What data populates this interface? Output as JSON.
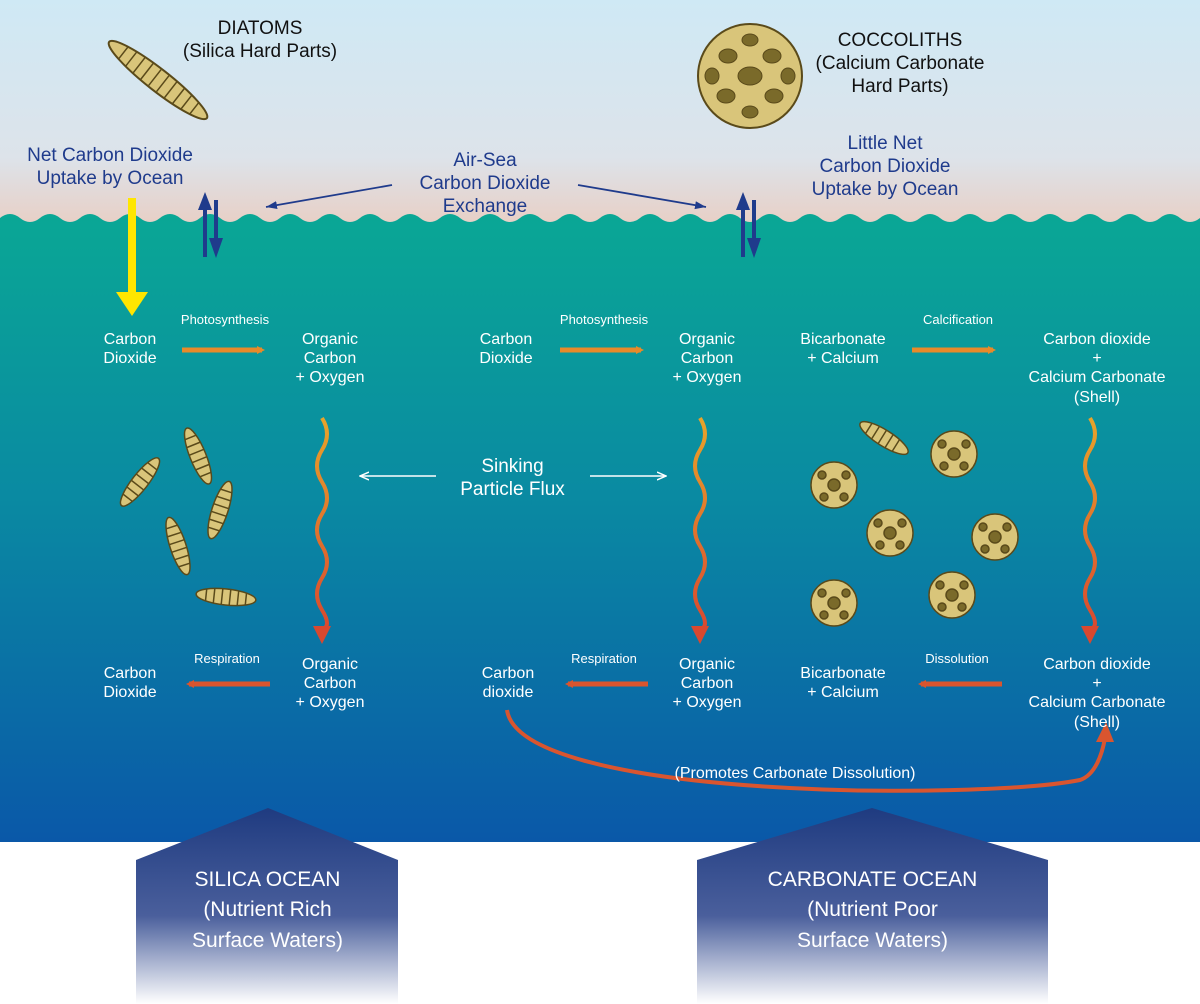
{
  "colors": {
    "sky_top": "#cfe9f5",
    "sky_bottom": "#e6cfc6",
    "water_top": "#0aa795",
    "water_bottom": "#0a5aa8",
    "label_blue": "#1f3b8c",
    "arrow_orange": "#e88a2a",
    "arrow_red": "#d9552f",
    "uptake_yellow": "#ffe600",
    "organism_fill": "#d9c57a"
  },
  "top": {
    "diatoms": {
      "title": "DIATOMS",
      "sub": "(Silica Hard Parts)"
    },
    "coccoliths": {
      "title": "COCCOLITHS",
      "sub1": "(Calcium Carbonate",
      "sub2": "Hard Parts)"
    },
    "net_uptake": {
      "line1": "Net Carbon Dioxide",
      "line2": "Uptake by Ocean"
    },
    "exchange": {
      "line1": "Air-Sea",
      "line2": "Carbon Dioxide",
      "line3": "Exchange"
    },
    "little_uptake": {
      "line1": "Little Net",
      "line2": "Carbon Dioxide",
      "line3": "Uptake by Ocean"
    }
  },
  "left": {
    "co2_top": {
      "l1": "Carbon",
      "l2": "Dioxide"
    },
    "photo": "Photosynthesis",
    "org_top": {
      "l1": "Organic",
      "l2": "Carbon",
      "l3": "+ Oxygen"
    },
    "co2_bottom": {
      "l1": "Carbon",
      "l2": "Dioxide"
    },
    "resp": "Respiration",
    "org_bottom": {
      "l1": "Organic",
      "l2": "Carbon",
      "l3": "+ Oxygen"
    }
  },
  "middle": {
    "co2_top": {
      "l1": "Carbon",
      "l2": "Dioxide"
    },
    "photo": "Photosynthesis",
    "org_top": {
      "l1": "Organic",
      "l2": "Carbon",
      "l3": "+ Oxygen"
    },
    "co2_bottom": {
      "l1": "Carbon",
      "l2": "dioxide"
    },
    "resp": "Respiration",
    "org_bottom": {
      "l1": "Organic",
      "l2": "Carbon",
      "l3": "+ Oxygen"
    }
  },
  "right": {
    "bicarb_top": {
      "l1": "Bicarbonate",
      "l2": "+ Calcium"
    },
    "calc": "Calcification",
    "shell_top": {
      "l1": "Carbon dioxide",
      "l2": "+",
      "l3": "Calcium Carbonate",
      "l4": "(Shell)"
    },
    "bicarb_bottom": {
      "l1": "Bicarbonate",
      "l2": "+ Calcium"
    },
    "dissol": "Dissolution",
    "shell_bottom": {
      "l1": "Carbon dioxide",
      "l2": "+",
      "l3": "Calcium Carbonate",
      "l4": "(Shell)"
    }
  },
  "flux": {
    "l1": "Sinking",
    "l2": "Particle Flux"
  },
  "promotes": "(Promotes Carbonate Dissolution)",
  "silica": {
    "l1": "SILICA OCEAN",
    "l2": "(Nutrient Rich",
    "l3": "Surface Waters)"
  },
  "carbonate": {
    "l1": "CARBONATE OCEAN",
    "l2": "(Nutrient Poor",
    "l3": "Surface Waters)"
  }
}
